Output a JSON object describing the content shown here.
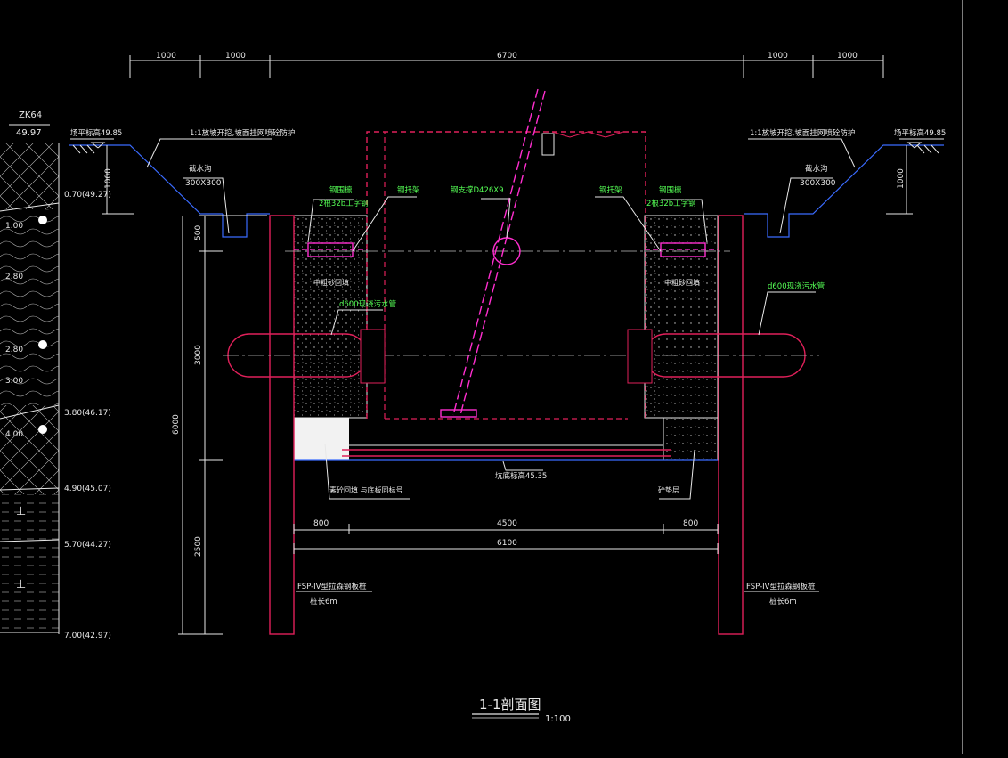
{
  "drawing": {
    "title": "1-1剖面图",
    "scale": "1:100",
    "borehole": {
      "id": "ZK64",
      "elevation": "49.97"
    },
    "dims_top": [
      "1000",
      "1000",
      "6700",
      "1000",
      "1000"
    ],
    "dims_bottom": {
      "left": "800",
      "mid": "4500",
      "right": "800",
      "total": "6100"
    },
    "dims_left": {
      "d500": "500",
      "d3000": "3000",
      "d2500": "2500",
      "d6000": "6000"
    },
    "dims_side": {
      "left": "1000",
      "right": "1000"
    },
    "ground_left": "场平标高49.85",
    "ground_right": "场平标高49.85",
    "slope_left": "1:1放坡开挖,坡面挂网喷砼防护",
    "slope_right": "1:1放坡开挖,坡面挂网喷砼防护",
    "ditch_left": {
      "name": "截水沟",
      "size": "300X300"
    },
    "ditch_right": {
      "name": "截水沟",
      "size": "300X300"
    },
    "waler_left": {
      "name": "钢围檩",
      "spec": "2根32b工字钢"
    },
    "waler_right": {
      "name": "钢围檩",
      "spec": "2根32b工字钢"
    },
    "bracket_left": "钢托架",
    "bracket_right": "钢托架",
    "strut": "钢支撑D426X9",
    "backfill_left": "中粗砂回填",
    "backfill_right": "中粗砂回填",
    "pipe_left": "d600现浇污水管",
    "pipe_right": "d600现浇污水管",
    "bottom_note": "坑底标高45.35",
    "cushion_left": "素砼回填 与底板同标号",
    "cushion_right": "砼垫层",
    "pile_left": {
      "type": "FSP-IV型拉森钢板桩",
      "len": "桩长6m"
    },
    "pile_right": {
      "type": "FSP-IV型拉森钢板桩",
      "len": "桩长6m"
    },
    "strata": [
      "0.70(49.27)",
      "1.00",
      "2.80",
      "2.80",
      "3.00",
      "3.80(46.17)",
      "4.00",
      "4.90(45.07)",
      "5.70(44.27)",
      "7.00(42.97)"
    ]
  }
}
